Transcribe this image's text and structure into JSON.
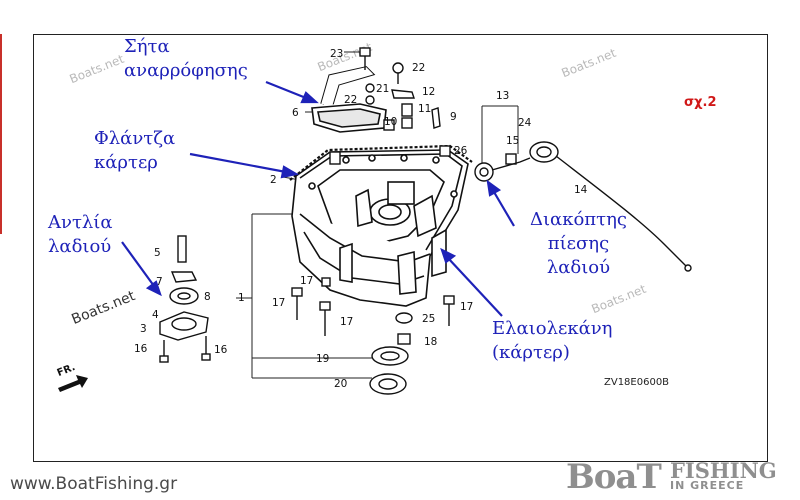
{
  "labels": {
    "suction_strainer": "Σήτα\nαναρρόφησης",
    "crankcase_flange": "Φλάντζα\nκάρτερ",
    "oil_pump": "Αντλία\nλαδιού",
    "oil_pressure_switch": "Διακόπτης\nπίεσης\nλαδιού",
    "oil_pan": "Ελαιολεκάνη\n(κάρτερ)"
  },
  "figure_number": "σχ.2",
  "diagram_code": "ZV18E0600B",
  "direction_label": "FR.",
  "watermark": "Boats.net",
  "part_numbers": [
    "1",
    "2",
    "3",
    "4",
    "5",
    "6",
    "7",
    "8",
    "9",
    "10",
    "11",
    "12",
    "13",
    "14",
    "15",
    "16",
    "16",
    "17",
    "17",
    "17",
    "17",
    "18",
    "19",
    "20",
    "21",
    "22",
    "22",
    "23",
    "24",
    "25",
    "26"
  ],
  "footer": {
    "website": "www.BoatFishing.gr",
    "logo_main": "BoaT",
    "logo_top": "FISHING",
    "logo_bottom": "IN GREECE"
  },
  "colors": {
    "label_blue": "#1e22b8",
    "figure_red": "#d01818",
    "watermark_grey": "#b9b9b9",
    "logo_grey": "#8f8f8f"
  }
}
